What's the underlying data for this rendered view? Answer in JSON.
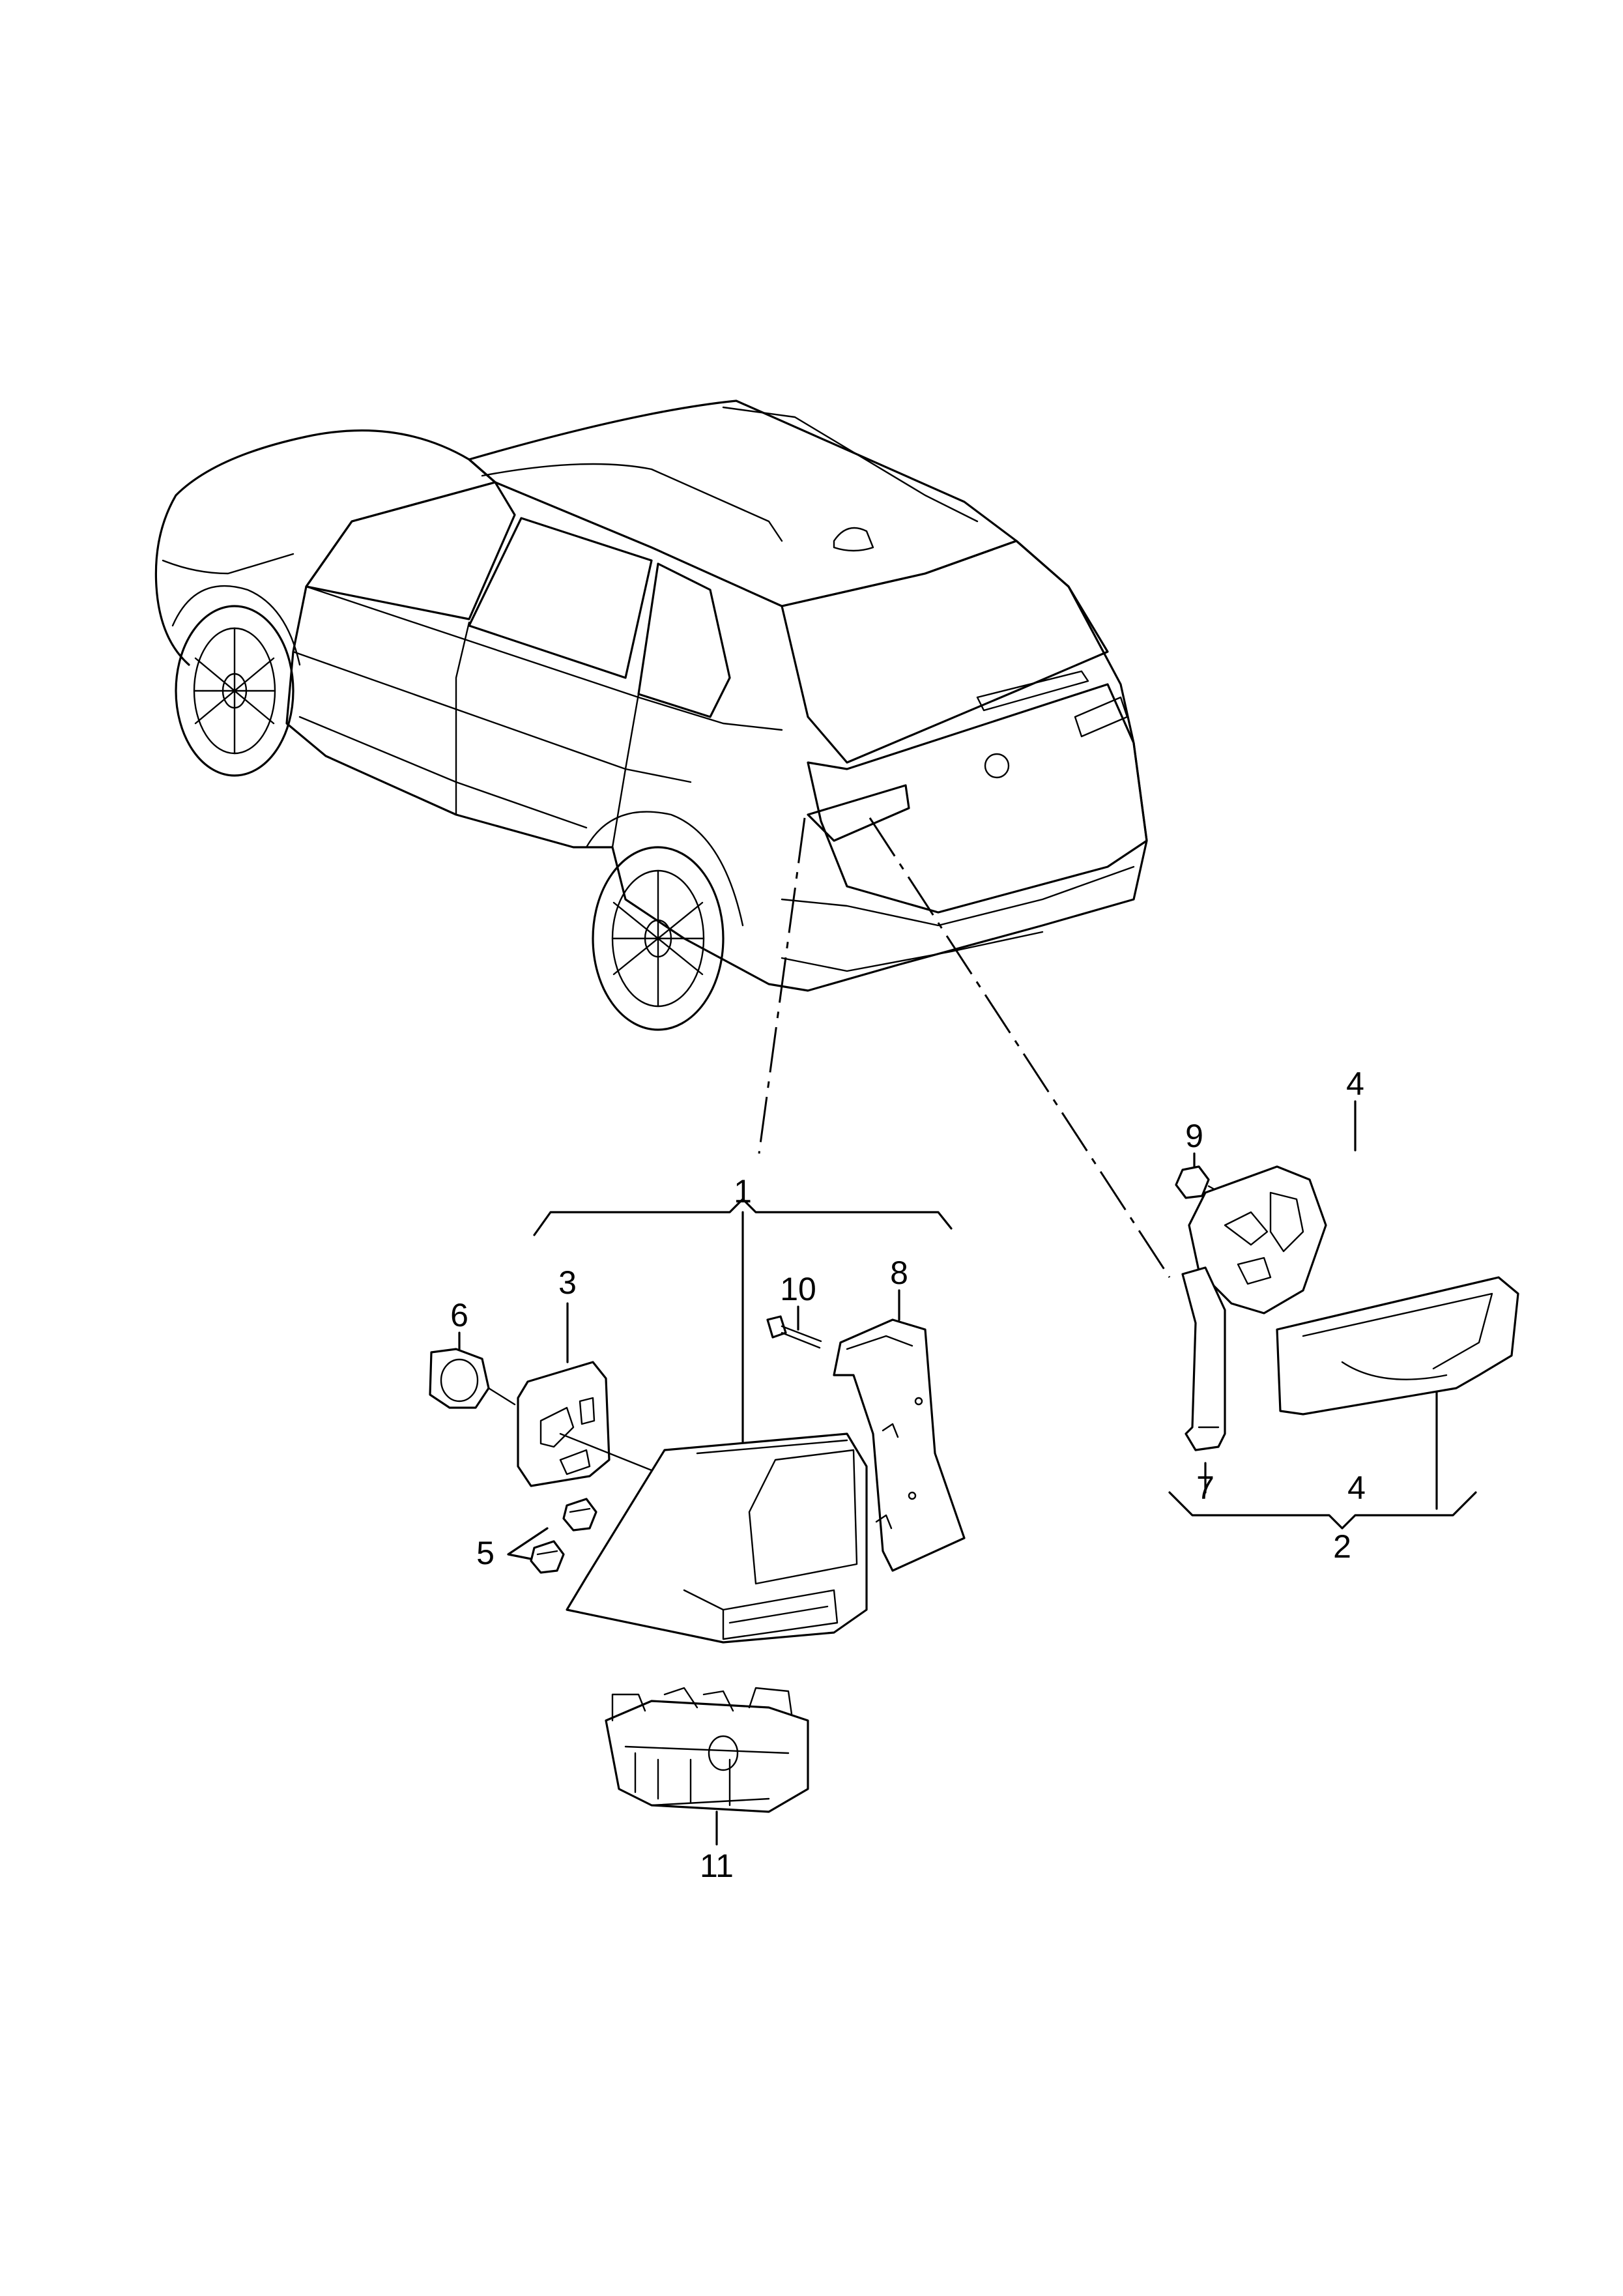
{
  "diagram": {
    "labels": {
      "l1": "1",
      "l2": "2",
      "l3": "3",
      "l4a": "4",
      "l4b": "4",
      "l5": "5",
      "l6": "6",
      "l7": "7",
      "l8": "8",
      "l9": "9",
      "l10": "10",
      "l11": "11"
    }
  }
}
